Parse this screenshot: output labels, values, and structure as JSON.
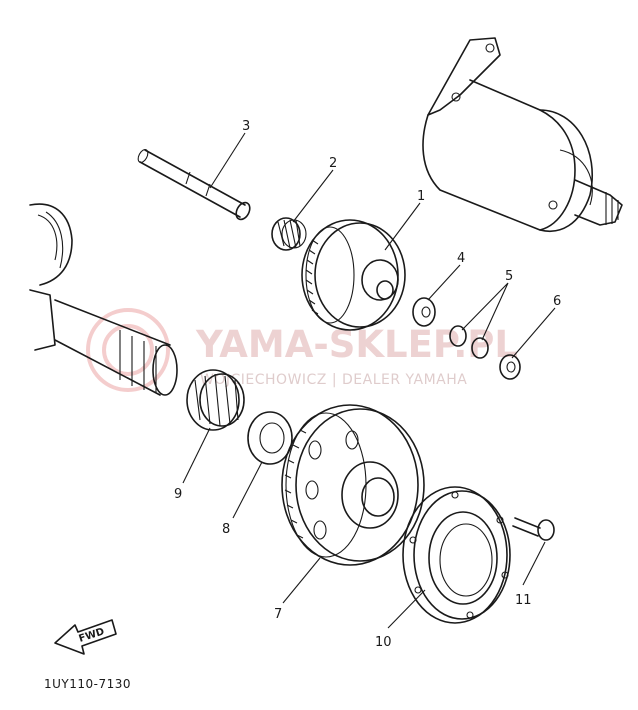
{
  "diagram": {
    "part_code": "1UY110-7130",
    "fwd_label": "FWD",
    "watermark": {
      "brand": "YAMA-SKLEP.PL",
      "dealer": "WOJCIECHOWICZ | DEALER YAMAHA"
    },
    "callouts": [
      "1",
      "2",
      "3",
      "4",
      "5",
      "6",
      "7",
      "8",
      "9",
      "10",
      "11"
    ]
  }
}
